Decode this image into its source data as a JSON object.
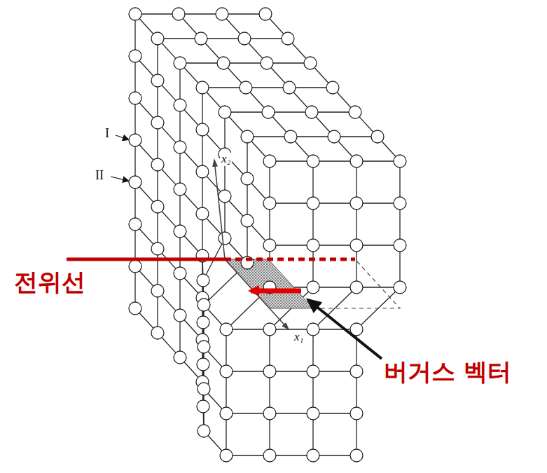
{
  "diagram": {
    "labels": [
      "I",
      "II",
      "x₂",
      "x₁",
      "전위선",
      "버거스 벡터"
    ]
  }
}
